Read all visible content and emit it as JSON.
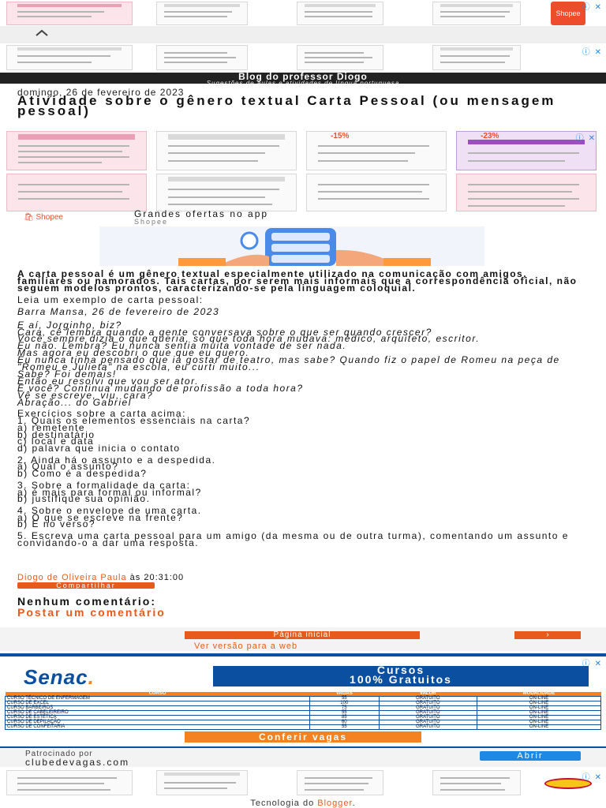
{
  "top_ad": {
    "shopee_label": "Shopee",
    "adchoice_icon": "info-icon",
    "close_icon": "close-icon"
  },
  "blog": {
    "title": "Blog do professor Diogo",
    "description": "Sugestões de aulas e atividades de língua portuguesa"
  },
  "post": {
    "date": "domingo, 26 de fevereiro de 2023",
    "title": "Atividade sobre o gênero textual Carta Pessoal (ou mensagem pessoal)",
    "intro": "A carta pessoal é um gênero textual especialmente utilizado na comunicação com amigos, familiares ou namorados. Tais cartas, por serem mais informais que a correspondência oficial, não seguem modelos prontos, caracterizando-se pela linguagem coloquial.",
    "lead": "Leia um exemplo de carta pessoal:",
    "letter": [
      "Barra Mansa, 26 de fevereiro de 2023",
      "",
      "E aí, Jorginho, biz?",
      "Cara, cê lembra quando a gente conversava sobre o que ser quando crescer?",
      "Você sempre dizia o que queria, só que toda hora mudava: médico, arquiteto, escritor.",
      "Eu não. Lembra? Eu nunca sentia muita vontade de ser nada.",
      "Mas agora eu descobri o que que eu quero.",
      "Eu nunca tinha pensado que ia gostar de teatro, mas sabe? Quando fiz o papel de Romeu na peça de \"Romeu e Julieta\" na escola, eu curti muito...",
      "Sabe? Foi demais!",
      "Então eu resolvi que vou ser ator.",
      "E você? Continua mudando de profissão a toda hora?",
      "Vê se escreve, viu, cara?",
      "Abração... do Gabriel"
    ],
    "exercises": [
      [
        "Exercícios sobre a carta acima:",
        "1. Quais os elementos essenciais na carta?",
        "a) remetente",
        "b) destinatário",
        "c) local e data",
        "d) palavra que inicia o contato"
      ],
      [
        "2. Ainda há o assunto e a despedida.",
        "a) Qual o assunto?",
        "b) Como é a despedida?"
      ],
      [
        "3. Sobre a formalidade da carta:",
        "a) é mais para formal ou informal?",
        "b) justifique sua opinião."
      ],
      [
        "4. Sobre o envelope de uma carta.",
        "a) O que se escreve na frente?",
        "b) E no verso?"
      ],
      [
        "5. Escreva uma carta pessoal para um amigo (da mesma ou de outra turma), comentando um assunto e convidando-o a dar uma resposta."
      ]
    ],
    "author": "Diogo de Oliveira Paula",
    "time_prefix": "às",
    "time": "20:31:00",
    "share_label": "Compartilhar"
  },
  "ad_mid": {
    "shopee_label": "Shopee",
    "promo_title": "Grandes ofertas no app",
    "promo_sub": "Shopee",
    "discount_1": "-15%",
    "discount_2": "-23%"
  },
  "comments": {
    "none": "Nenhum comentário:",
    "post_link": "Postar um comentário"
  },
  "nav": {
    "home": "Página inicial",
    "next": "›",
    "web_version": "Ver versão para a web"
  },
  "senac_ad": {
    "logo": "Senac",
    "banner_line1": "Cursos",
    "banner_line2": "100% Gratuitos",
    "columns": [
      "CURSO",
      "VAGAS",
      "VALOR",
      "MODALIDADE"
    ],
    "rows": [
      [
        "CURSO TÉCNICO DE ENFERMAGEM",
        "55",
        "GRATUITO",
        "ON-LINE"
      ],
      [
        "CURSO DE EXCEL",
        "100",
        "GRATUITO",
        "ON-LINE"
      ],
      [
        "CURSO BARBEIROS",
        "75",
        "GRATUITO",
        "ON-LINE"
      ],
      [
        "CURSO DE CABELEIREIRO",
        "55",
        "GRATUITO",
        "ON-LINE"
      ],
      [
        "CURSO DE ESTÉTICA",
        "85",
        "GRATUITO",
        "ON-LINE"
      ],
      [
        "CURSO DE DEPILAÇÃO",
        "60",
        "GRATUITO",
        "ON-LINE"
      ],
      [
        "CURSO DE CONFEITARIA",
        "55",
        "GRATUITO",
        "ON-LINE"
      ]
    ],
    "cta": "Conferir vagas"
  },
  "sponsor": {
    "by": "Patrocinado por",
    "brand": "clubedevagas.com",
    "open": "Abrir"
  },
  "footer": {
    "prefix": "Tecnologia do",
    "brand": "Blogger",
    "suffix": "."
  },
  "colors": {
    "accent": "#e85a1b",
    "shopee": "#ee4d2d",
    "senac_blue": "#0a4fa0",
    "senac_orange": "#f58220",
    "link_blue": "#1e88e5"
  }
}
